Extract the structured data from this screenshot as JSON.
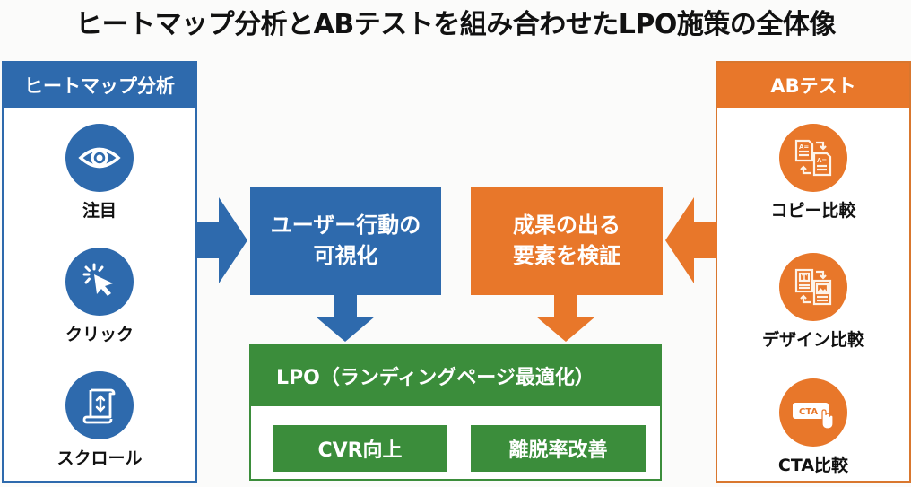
{
  "title": "ヒートマップ分析とABテストを組み合わせたLPO施策の全体像",
  "colors": {
    "blue": "#2e6aad",
    "orange": "#e8772a",
    "green": "#3b8d3b"
  },
  "left_panel": {
    "header": "ヒートマップ分析",
    "items": [
      {
        "label": "注目",
        "icon": "eye-icon"
      },
      {
        "label": "クリック",
        "icon": "cursor-click-icon"
      },
      {
        "label": "スクロール",
        "icon": "scroll-icon"
      }
    ]
  },
  "right_panel": {
    "header": "ABテスト",
    "items": [
      {
        "label": "コピー比較",
        "icon": "copy-compare-icon"
      },
      {
        "label": "デザイン比較",
        "icon": "design-compare-icon"
      },
      {
        "label": "CTA比較",
        "icon": "cta-button-icon",
        "icon_text": "CTA"
      }
    ]
  },
  "center": {
    "blue_box": {
      "line1": "ユーザー行動の",
      "line2": "可視化"
    },
    "orange_box": {
      "line1": "成果の出る",
      "line2": "要素を検証"
    }
  },
  "lpo": {
    "header": "LPO（ランディングページ最適化）",
    "outcomes": [
      "CVR向上",
      "離脱率改善"
    ]
  }
}
